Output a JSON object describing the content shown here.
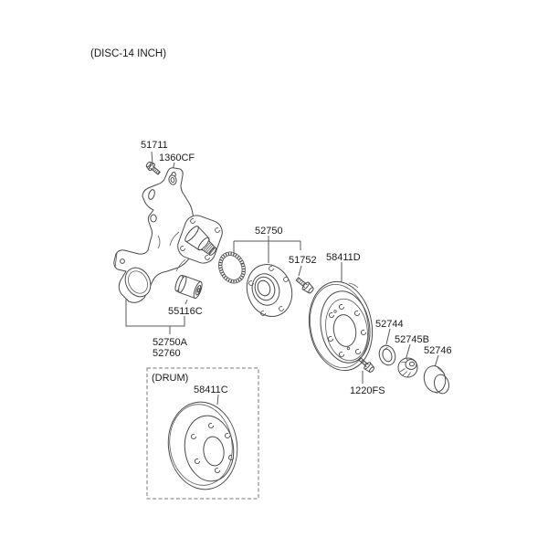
{
  "title": "(DISC-14 INCH)",
  "colors": {
    "background": "#ffffff",
    "line": "#4a4a4a",
    "text": "#1a1a1a"
  },
  "labels": {
    "p51711": "51711",
    "p1360CF": "1360CF",
    "p52750": "52750",
    "p51752": "51752",
    "p58411D": "58411D",
    "p55116C": "55116C",
    "p52750A": "52750A",
    "p52760": "52760",
    "p52744": "52744",
    "p52745B": "52745B",
    "p52746": "52746",
    "p1220FS": "1220FS",
    "drum_caption": "(DRUM)",
    "p58411C": "58411C"
  }
}
